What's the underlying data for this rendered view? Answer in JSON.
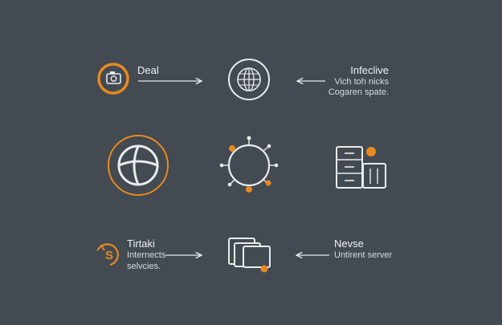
{
  "palette": {
    "background": "#434a51",
    "line": "#e9ecee",
    "accent": "#e8891f"
  },
  "nodes": {
    "camera": {
      "icon": "camera-icon",
      "label": "Deal"
    },
    "globe": {
      "icon": "globe-icon"
    },
    "infective": {
      "title": "Infeclive",
      "line1": "Vich toh nicks",
      "line2": "Cogaren spate."
    },
    "sphere": {
      "icon": "sphere-icon"
    },
    "network": {
      "icon": "network-ring-icon"
    },
    "server": {
      "icon": "server-rack-icon"
    },
    "dollar": {
      "icon": "dollar-refresh-icon",
      "title": "Tirtaki",
      "line1": "Internects-",
      "line2": "selvcies."
    },
    "windows": {
      "icon": "stacked-windows-icon"
    },
    "nevse": {
      "title": "Nevse",
      "line1": "Untirent server"
    }
  }
}
